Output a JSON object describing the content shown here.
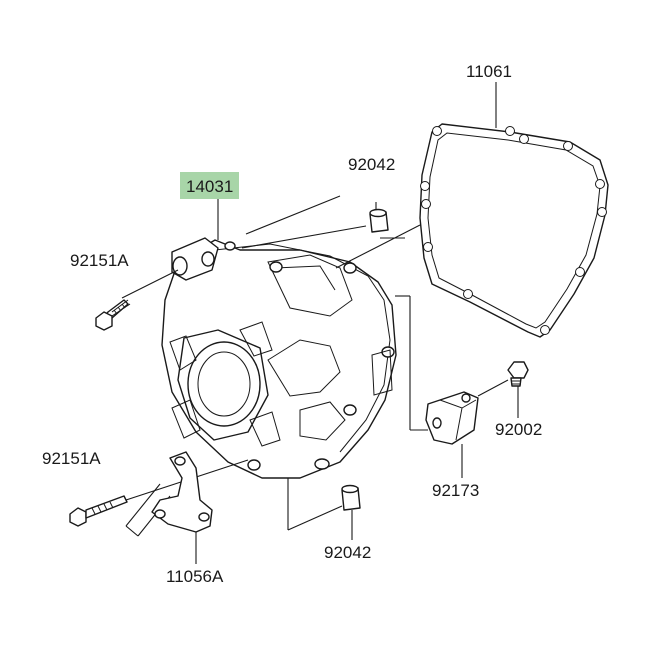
{
  "colors": {
    "highlight": "#a8d5a8",
    "line": "#1a1a1a",
    "background": "#ffffff"
  },
  "labels": {
    "p11061": "11061",
    "p92042_top": "92042",
    "p14031": "14031",
    "p92151A_top": "92151A",
    "p92151A_bottom": "92151A",
    "p92002": "92002",
    "p92173": "92173",
    "p92042_bottom": "92042",
    "p11056A": "11056A"
  }
}
